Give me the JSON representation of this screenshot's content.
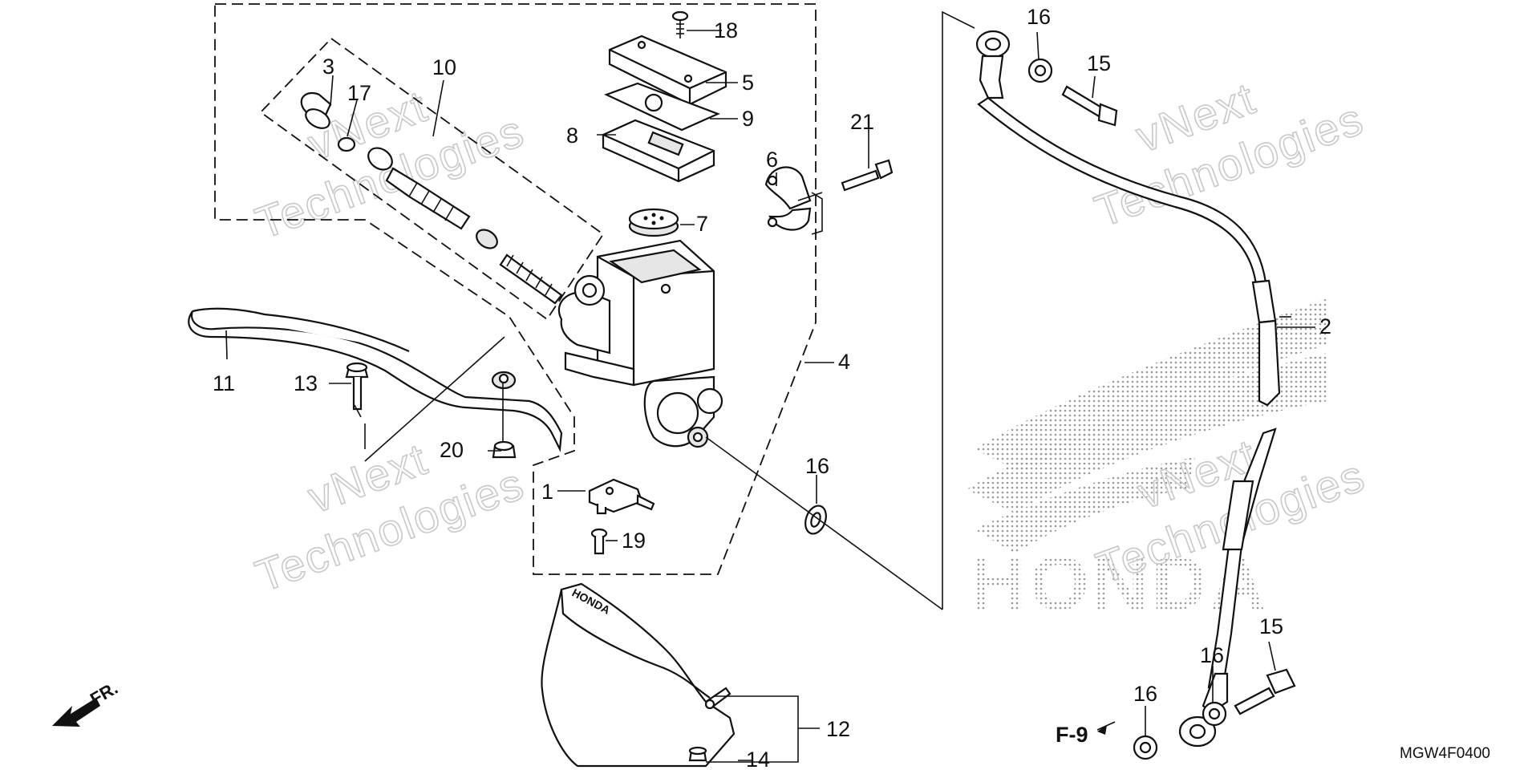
{
  "diagram": {
    "code": "MGW4F0400",
    "direction_label": "FR.",
    "ref_label": "F-9",
    "brand_mark": "HONDA",
    "handguard_logo": "HONDA",
    "watermark": {
      "line1": "vNext",
      "line2": "Technologies"
    },
    "callouts": {
      "c1": "1",
      "c2": "2",
      "c3": "3",
      "c4": "4",
      "c5": "5",
      "c6": "6",
      "c7": "7",
      "c8": "8",
      "c9": "9",
      "c10": "10",
      "c11": "11",
      "c12": "12",
      "c13": "13",
      "c14": "14",
      "c15a": "15",
      "c15b": "15",
      "c16a": "16",
      "c16b": "16",
      "c16c": "16",
      "c16d": "16",
      "c17": "17",
      "c18": "18",
      "c19": "19",
      "c20": "20",
      "c21": "21"
    }
  }
}
